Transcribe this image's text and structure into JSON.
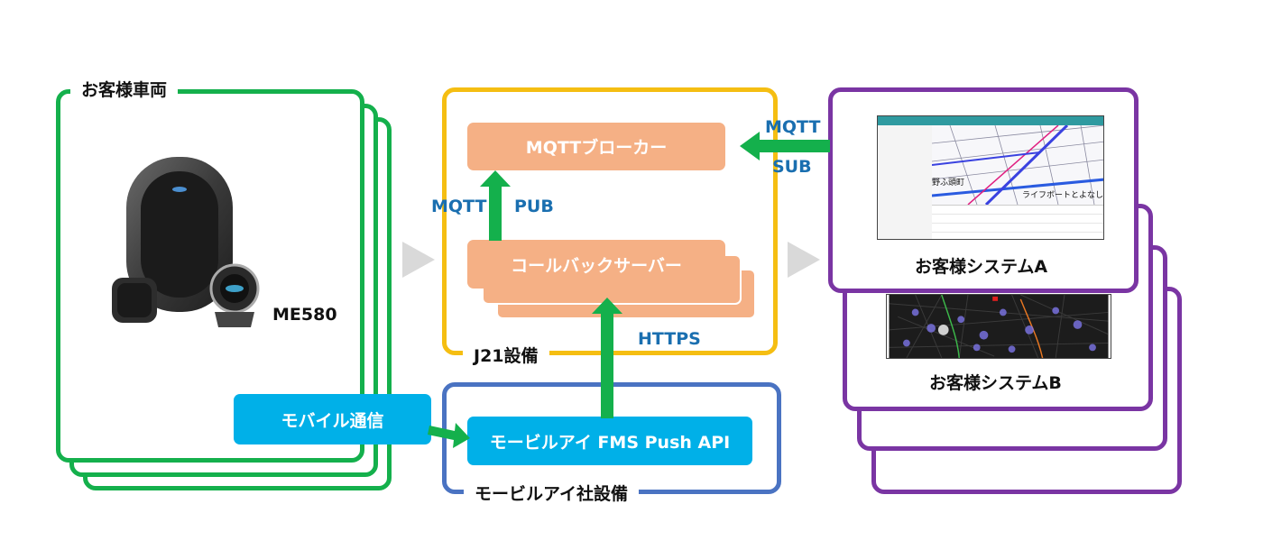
{
  "vehicle": {
    "title": "お客様車両",
    "device_label": "ME580",
    "comm_label": "モバイル通信"
  },
  "j21": {
    "title": "J21設備",
    "broker": "MQTTブローカー",
    "callback": "コールバックサーバー",
    "pub_left": "MQTT",
    "pub_right": "PUB",
    "https": "HTTPS"
  },
  "mobileye": {
    "title": "モービルアイ社設備",
    "api": "モービルアイ FMS Push API"
  },
  "customer": {
    "sub_top": "MQTT",
    "sub_bottom": "SUB",
    "system_a": "お客様システムA",
    "system_b": "お客様システムB",
    "map_a_place": "野ふ頭町",
    "map_a_street": "ライフボートとよなし"
  },
  "colors": {
    "green": "#14b04c",
    "purple": "#7a35a3",
    "yellow": "#f5be12",
    "blue": "#4a73c2",
    "peach": "#f5b085",
    "cyan": "#00b0e8",
    "link_text": "#1a6fb0"
  }
}
